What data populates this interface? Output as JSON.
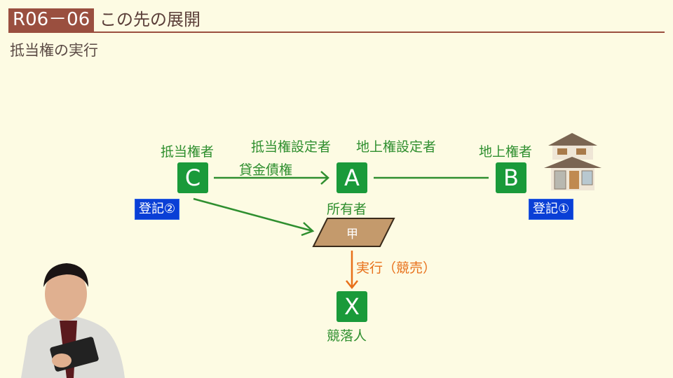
{
  "header": {
    "code": "R06－06",
    "title": "この先の展開",
    "subtitle": "抵当権の実行"
  },
  "diagram": {
    "c": {
      "letter": "C",
      "role": "抵当権者",
      "registration": "登記②"
    },
    "a": {
      "letter": "A",
      "role_top_left": "抵当権設定者",
      "role_top_right": "地上権設定者",
      "role_bottom": "所有者"
    },
    "b": {
      "letter": "B",
      "role": "地上権者",
      "registration": "登記①"
    },
    "x": {
      "letter": "X",
      "role": "競落人"
    },
    "edge_c_a": "貸金債権",
    "land": "甲",
    "execution": "実行（競売）"
  },
  "colors": {
    "green": "#1a9a3a",
    "text_green": "#2f8f2f",
    "blue": "#0a3fd6",
    "orange": "#e8701a",
    "brown": "#9a4f3f",
    "land": "#c49a6c"
  }
}
